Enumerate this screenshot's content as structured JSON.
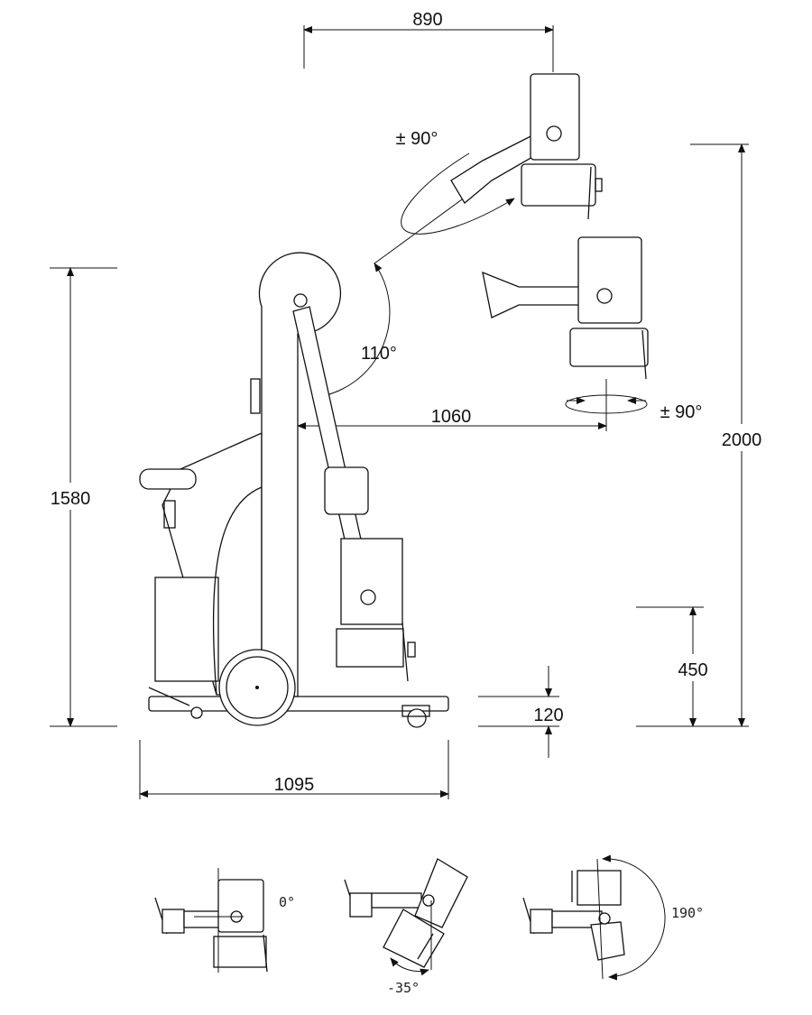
{
  "dimensions": {
    "reach_top": "890",
    "rotation_top": "± 90°",
    "arm_angle": "110°",
    "reach_horizontal": "1060",
    "rotation_right": "± 90°",
    "max_height": "2000",
    "machine_height": "1580",
    "min_height": "450",
    "ground_clearance": "120",
    "base_length": "1095"
  },
  "head_tilt_views": {
    "neutral": "0°",
    "tilt_down": "-35°",
    "tilt_range": "190°"
  }
}
